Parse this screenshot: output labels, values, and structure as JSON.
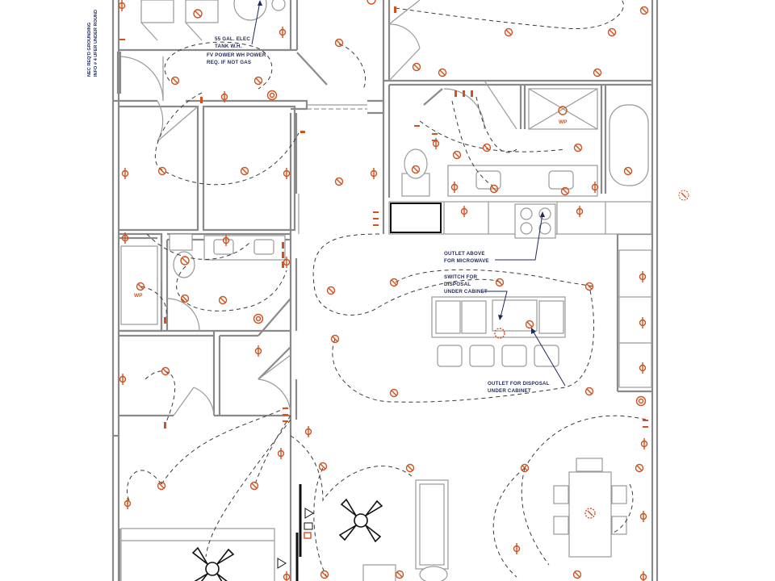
{
  "notes": {
    "water_heater_line1": "55 GAL. ELEC",
    "water_heater_line2": "TANK W.H.",
    "water_heater_line3": "FV POWER WH POWER",
    "water_heater_line4": "REQ. IF NOT GAS",
    "microwave_line1": "OUTLET ABOVE",
    "microwave_line2": "FOR MICROWAVE",
    "switch_line1": "SWITCH FOR",
    "switch_line2": "DISPOSAL",
    "switch_line3": "UNDER CABINET",
    "disposal_line1": "OUTLET FOR DISPOSAL",
    "disposal_line2": "UNDER CABINET",
    "side_note_line1": "NEC REQ'D GROUNDING",
    "side_note_line2": "INFO # 4 UFER UNDER ROUND"
  },
  "labels": {
    "wp_shower": "WP",
    "wp_tub": "WP"
  },
  "colors": {
    "electrical": "#d0521e",
    "walls": "#8a8a8a",
    "annotation": "#1f2a5a",
    "wiring": "#3a3a3a"
  }
}
